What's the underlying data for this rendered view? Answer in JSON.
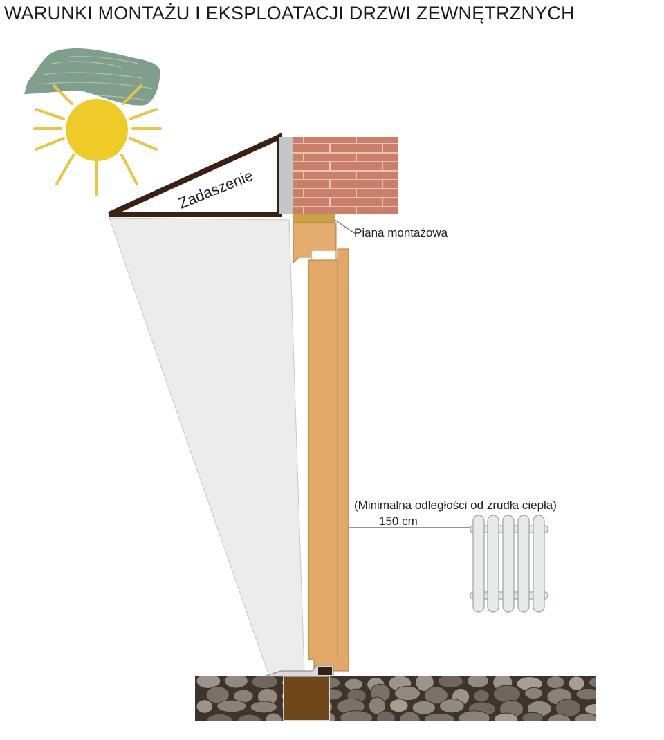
{
  "title": "WARUNKI MONTAŻU I EKSPLOATACJI DRZWI ZEWNĘTRZNYCH",
  "labels": {
    "canopy": "Zadaszenie",
    "foam": "Piana montażowa",
    "distance_note": "(Minimalna odległości od żrudła ciepła)",
    "distance_value": "150 cm"
  },
  "colors": {
    "canopy_frame": "#3a2114",
    "brick": "#c9806a",
    "brick_mortar": "#e9c3b0",
    "door_wood": "#e2a867",
    "frame_wood": "#e4ad6e",
    "threshold": "#6f4719",
    "sun": "#eecb27",
    "sun_rays": "#e6c644",
    "cloud": "#7f9f8c",
    "shadow": "#ececec",
    "radiator": "#e6ebe9",
    "stone_bg": "#3f342c",
    "foam": "#c9a447"
  },
  "icons": {
    "sun": "sun-icon",
    "cloud": "cloud-icon",
    "radiator": "radiator-icon"
  }
}
